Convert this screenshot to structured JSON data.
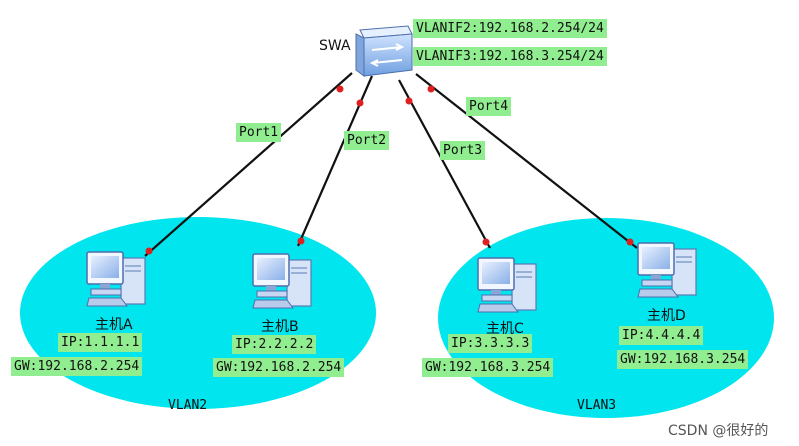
{
  "switch": {
    "label": "SWA",
    "vlanif2": "VLANIF2:192.168.2.254/24",
    "vlanif3": "VLANIF3:192.168.3.254/24"
  },
  "ports": [
    "Port1",
    "Port2",
    "Port3",
    "Port4"
  ],
  "hosts": [
    {
      "name": "主机A",
      "ip": "IP:1.1.1.1",
      "gw": "GW:192.168.2.254"
    },
    {
      "name": "主机B",
      "ip": "IP:2.2.2.2",
      "gw": "GW:192.168.2.254"
    },
    {
      "name": "主机C",
      "ip": "IP:3.3.3.3",
      "gw": "GW:192.168.3.254"
    },
    {
      "name": "主机D",
      "ip": "IP:4.4.4.4",
      "gw": "GW:192.168.3.254"
    }
  ],
  "vlans": [
    "VLAN2",
    "VLAN3"
  ],
  "watermark": "CSDN @很好的",
  "colors": {
    "vlan_fill": "#00e5ee",
    "label_bg": "#90ee90",
    "link": "#111111",
    "port_dot": "#e02020"
  }
}
